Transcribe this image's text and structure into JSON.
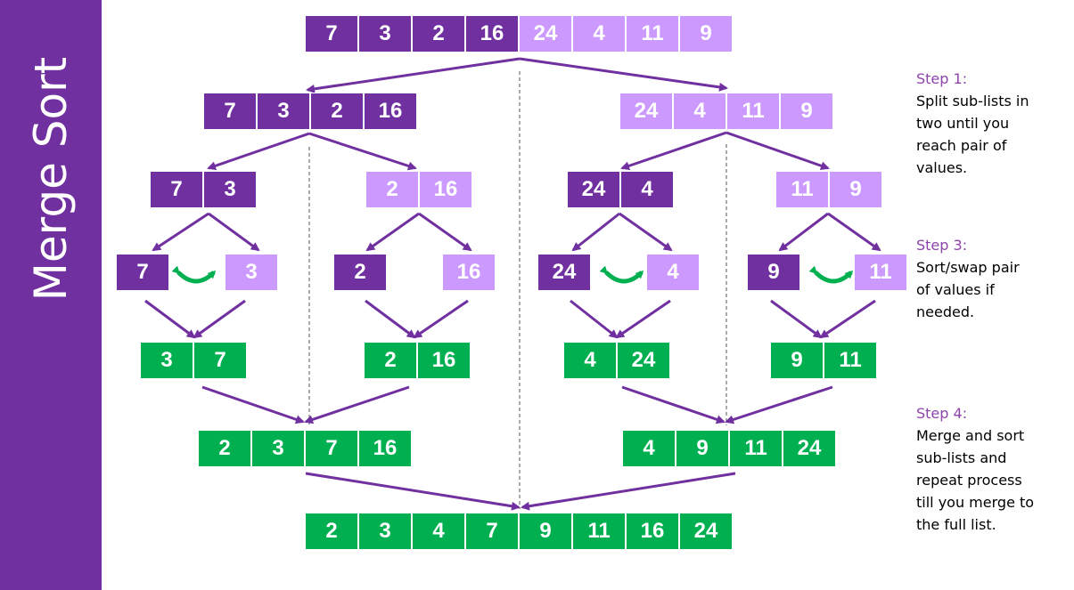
{
  "sidebar": {
    "title": "Merge Sort"
  },
  "colors": {
    "dark_purple": "#7030a0",
    "light_purple": "#cc99ff",
    "green": "#00b050",
    "arrow_purple": "#7030a0",
    "swap_arrow_green": "#00b050",
    "step_title": "#8e44ad"
  },
  "levels": {
    "level0": [
      {
        "values": [
          "7",
          "3",
          "2",
          "16",
          "24",
          "4",
          "11",
          "9"
        ],
        "colors": [
          "dark",
          "dark",
          "dark",
          "dark",
          "light",
          "light",
          "light",
          "light"
        ]
      }
    ],
    "level1": [
      {
        "values": [
          "7",
          "3",
          "2",
          "16"
        ],
        "colors": [
          "dark",
          "dark",
          "dark",
          "dark"
        ]
      },
      {
        "values": [
          "24",
          "4",
          "11",
          "9"
        ],
        "colors": [
          "light",
          "light",
          "light",
          "light"
        ]
      }
    ],
    "level2": [
      {
        "values": [
          "7",
          "3"
        ],
        "colors": [
          "dark",
          "dark"
        ]
      },
      {
        "values": [
          "2",
          "16"
        ],
        "colors": [
          "light",
          "light"
        ]
      },
      {
        "values": [
          "24",
          "4"
        ],
        "colors": [
          "dark",
          "dark"
        ]
      },
      {
        "values": [
          "11",
          "9"
        ],
        "colors": [
          "light",
          "light"
        ]
      }
    ],
    "level3": [
      {
        "values": [
          "7"
        ],
        "colors": [
          "dark"
        ]
      },
      {
        "values": [
          "3"
        ],
        "colors": [
          "light"
        ]
      },
      {
        "values": [
          "2"
        ],
        "colors": [
          "dark"
        ]
      },
      {
        "values": [
          "16"
        ],
        "colors": [
          "light"
        ]
      },
      {
        "values": [
          "24"
        ],
        "colors": [
          "dark"
        ]
      },
      {
        "values": [
          "4"
        ],
        "colors": [
          "light"
        ]
      },
      {
        "values": [
          "9"
        ],
        "colors": [
          "dark"
        ]
      },
      {
        "values": [
          "11"
        ],
        "colors": [
          "light"
        ]
      }
    ],
    "level4": [
      {
        "values": [
          "3",
          "7"
        ],
        "colors": [
          "green",
          "green"
        ]
      },
      {
        "values": [
          "2",
          "16"
        ],
        "colors": [
          "green",
          "green"
        ]
      },
      {
        "values": [
          "4",
          "24"
        ],
        "colors": [
          "green",
          "green"
        ]
      },
      {
        "values": [
          "9",
          "11"
        ],
        "colors": [
          "green",
          "green"
        ]
      }
    ],
    "level5": [
      {
        "values": [
          "2",
          "3",
          "7",
          "16"
        ],
        "colors": [
          "green",
          "green",
          "green",
          "green"
        ]
      },
      {
        "values": [
          "4",
          "9",
          "11",
          "24"
        ],
        "colors": [
          "green",
          "green",
          "green",
          "green"
        ]
      }
    ],
    "level6": [
      {
        "values": [
          "2",
          "3",
          "4",
          "7",
          "9",
          "11",
          "16",
          "24"
        ],
        "colors": [
          "green",
          "green",
          "green",
          "green",
          "green",
          "green",
          "green",
          "green"
        ]
      }
    ]
  },
  "steps": [
    {
      "title": "Step 1:",
      "text": "Split sub-lists in\ntwo until you\nreach pair of\nvalues."
    },
    {
      "title": "Step 3:",
      "text": "Sort/swap pair\nof values if\nneeded."
    },
    {
      "title": "Step 4:",
      "text": "Merge and sort\nsub-lists and\nrepeat process\ntill you merge to\nthe full list."
    }
  ]
}
